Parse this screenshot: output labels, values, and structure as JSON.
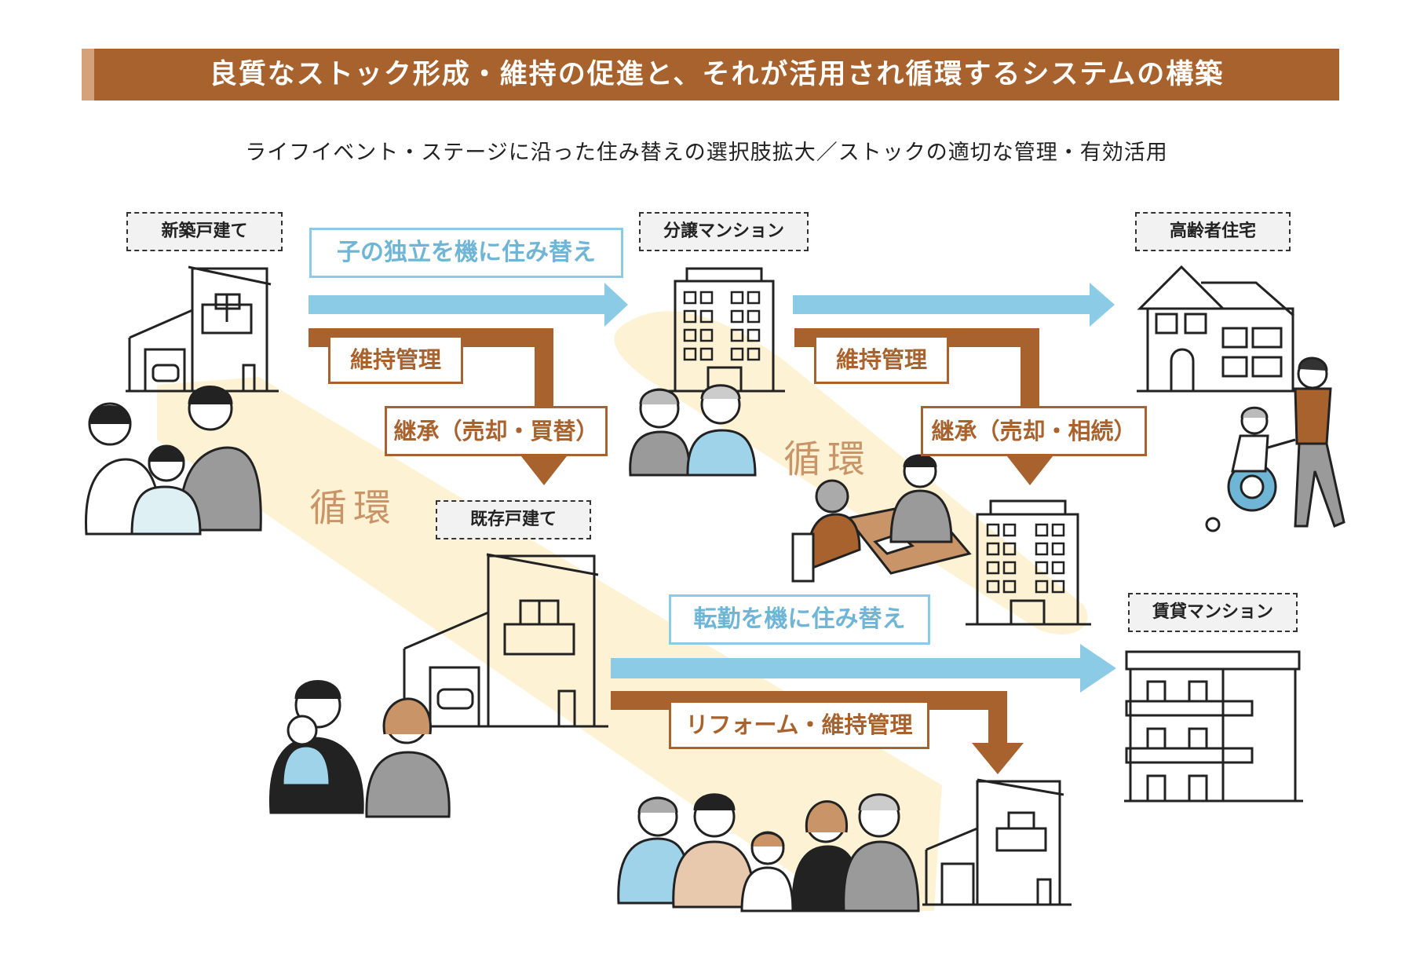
{
  "title": "良質なストック形成・維持の促進と、それが活用され循環するシステムの構築",
  "subtitle": "ライフイベント・ステージに沿った住み替えの選択肢拡大／ストックの適切な管理・有効活用",
  "housing_types": {
    "new_detached": "新築戸建て",
    "condominium": "分譲マンション",
    "elderly_housing": "高齢者住宅",
    "existing_detached": "既存戸建て",
    "rental_apartment": "賃貸マンション"
  },
  "flows": {
    "child_independence": "子の独立を機に住み替え",
    "job_transfer": "転勤を機に住み替え",
    "maintenance_1": "維持管理",
    "maintenance_2": "維持管理",
    "inherit_sale_buy": "継承（売却・買替）",
    "inherit_sale_inherit": "継承（売却・相続）",
    "reform_maintenance": "リフォーム・維持管理"
  },
  "cycle_labels": [
    "循環",
    "循環"
  ],
  "colors": {
    "title_bg": "#a8622e",
    "blue_arrow": "#8ccbe6",
    "brown_arrow": "#a8622e",
    "cycle_band": "#fdf3d4",
    "cycle_text": "#c89468"
  }
}
